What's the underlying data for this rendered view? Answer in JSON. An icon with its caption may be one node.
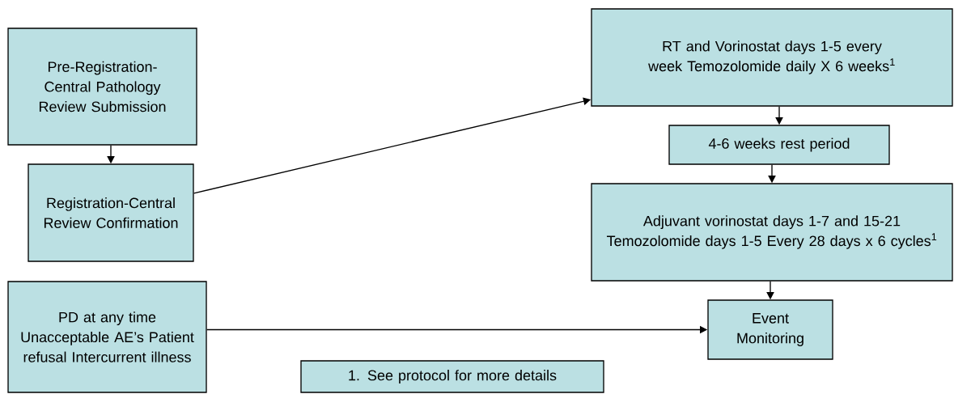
{
  "diagram": {
    "nodes": [
      {
        "text": [
          "Pre-Registration-Central Pathology Review Submission"
        ]
      },
      {
        "text": [
          "Registration-Central Review Confirmation"
        ]
      },
      {
        "text": [
          "PD at any time Unacceptable AE’s Patient refusal Intercurrent illness"
        ]
      },
      {
        "text": [
          "RT and Vorinostat days 1-5 every week Temozolomide daily X 6 weeks$^{1}$"
        ]
      },
      {
        "text": [
          "4-6 weeks rest period"
        ]
      },
      {
        "text": [
          "Adjuvant vorinostat days 1-7 and 15-21 Temozolomide days 1-5 Every 28 days x 6 cycles$^{1}$"
        ]
      },
      {
        "text": [
          "Event Monitoring"
        ]
      },
      {
        "text": [
          "1. See protocol for more details"
        ]
      }
    ],
    "edges": [
      {
        "from": 0,
        "to": 1,
        "arrow": "to"
      },
      {
        "from": 1,
        "to": 3,
        "arrow": "to"
      },
      {
        "from": 3,
        "to": 4,
        "arrow": "to"
      },
      {
        "from": 4,
        "to": 5,
        "arrow": "to"
      },
      {
        "from": 5,
        "to": 6,
        "arrow": "to"
      },
      {
        "from": 2,
        "to": 6,
        "arrow": "to"
      }
    ]
  }
}
